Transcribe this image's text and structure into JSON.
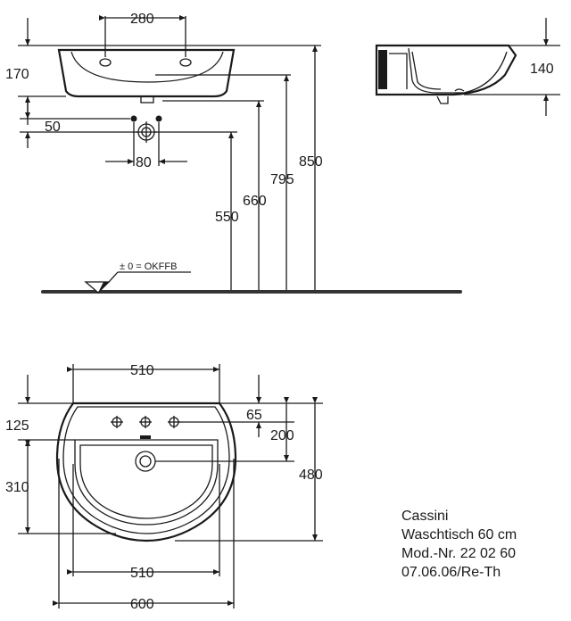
{
  "front_view": {
    "dim_tap_spacing": "280",
    "dim_basin_height": "170",
    "dim_drain_offset": "50",
    "dim_drain_spacing": "80",
    "dim_drain_height": "550",
    "dim_fixing_height": "660",
    "dim_overflow_height": "795",
    "dim_top_height": "850",
    "floor_label": "± 0 = OKFFB"
  },
  "side_view": {
    "dim_depth": "140"
  },
  "top_view": {
    "dim_back_width": "510",
    "dim_back_depth": "125",
    "dim_tap_offset": "65",
    "dim_drain_from_back": "200",
    "dim_total_depth": "480",
    "dim_bowl_depth": "310",
    "dim_bowl_width": "510",
    "dim_total_width": "600"
  },
  "title_block": {
    "product": "Cassini",
    "description": "Waschtisch 60 cm",
    "model": "Mod.-Nr. 22 02 60",
    "revision": "07.06.06/Re-Th"
  }
}
